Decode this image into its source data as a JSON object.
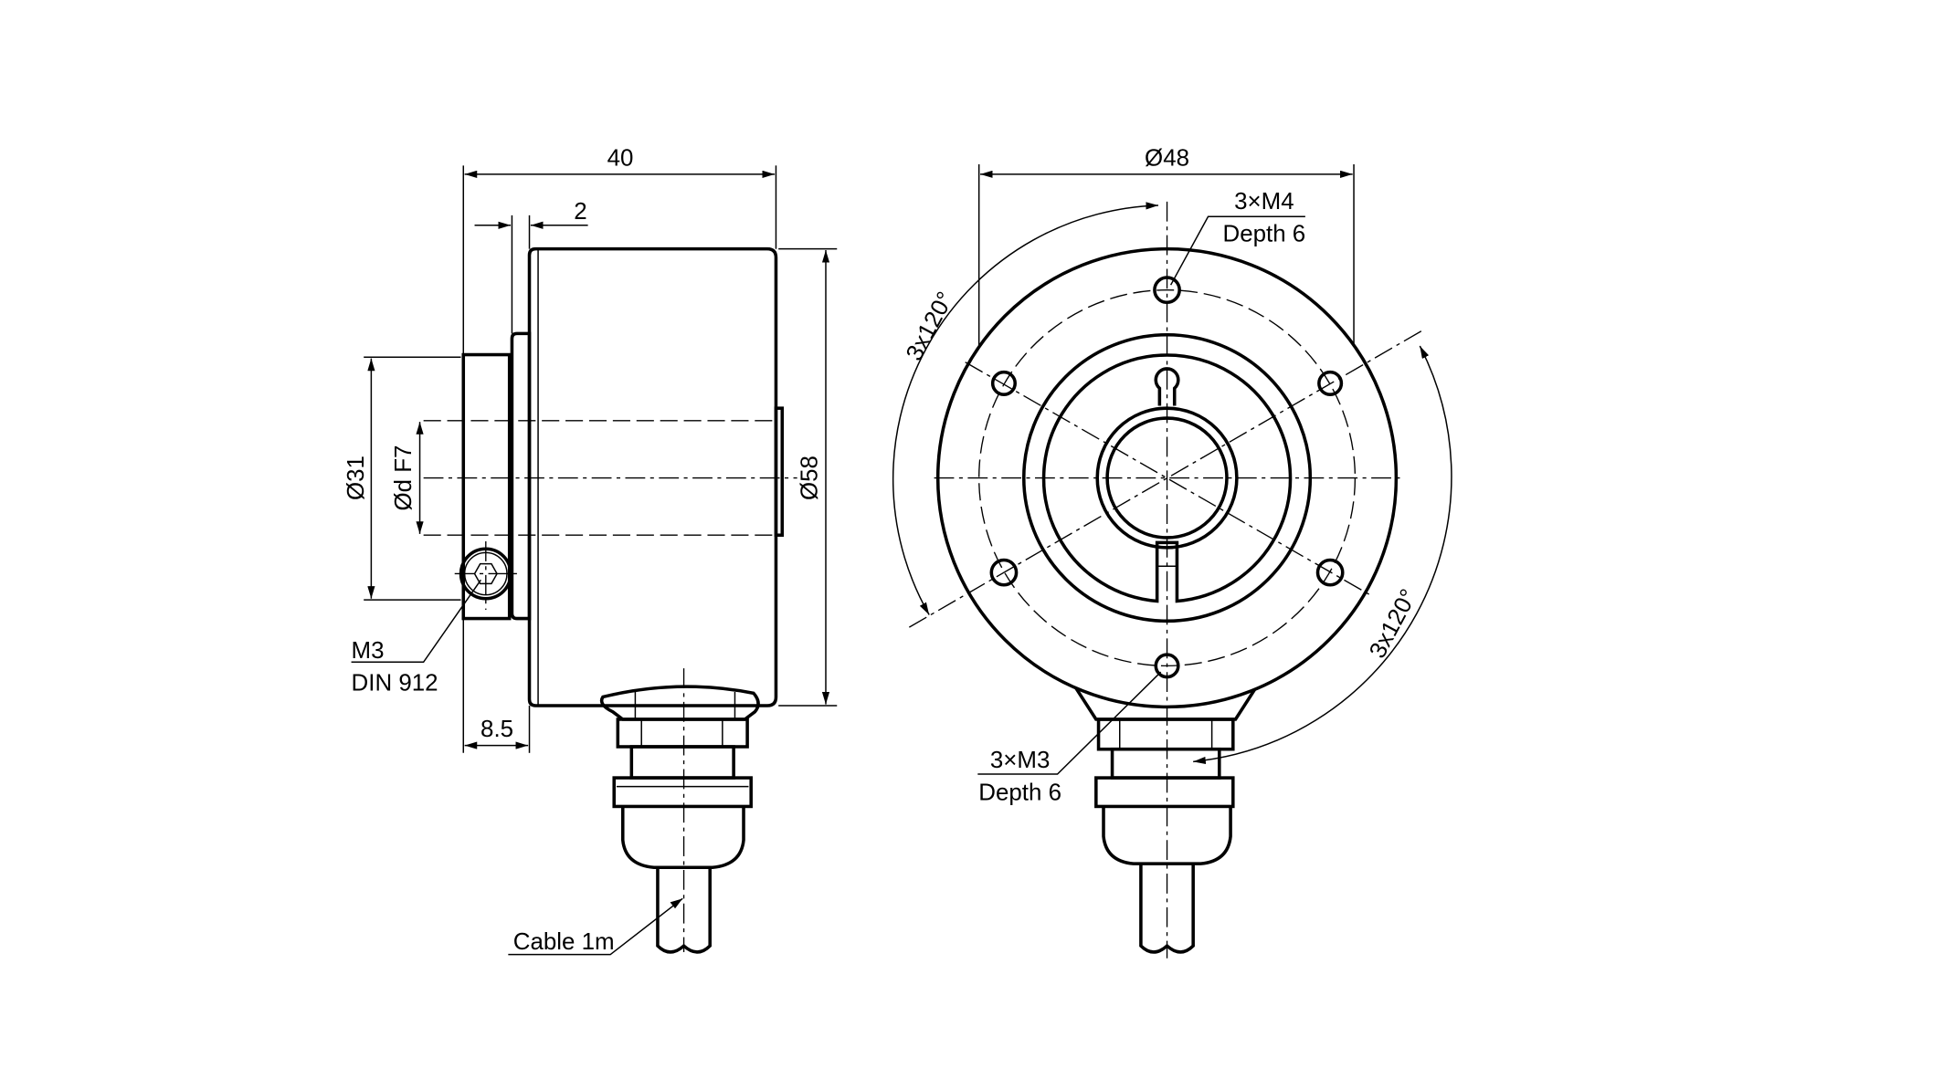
{
  "title": "Encoder dimension drawing",
  "side_view": {
    "dim_length": "40",
    "dim_flange": "2",
    "dim_clamp": "Ø31",
    "dim_bore": "Ød F7",
    "dim_body": "Ø58",
    "dim_offset": "8.5",
    "screw_label_1": "M3",
    "screw_label_2": "DIN 912",
    "cable_label": "Cable 1m"
  },
  "front_view": {
    "dim_bolt_circle": "Ø48",
    "top_holes_1": "3×M4",
    "top_holes_2": "Depth 6",
    "bottom_holes_1": "3×M3",
    "bottom_holes_2": "Depth 6",
    "angle_left": "3x120°",
    "angle_right": "3x120°"
  },
  "colors": {
    "line": "#000000",
    "background": "#ffffff"
  }
}
